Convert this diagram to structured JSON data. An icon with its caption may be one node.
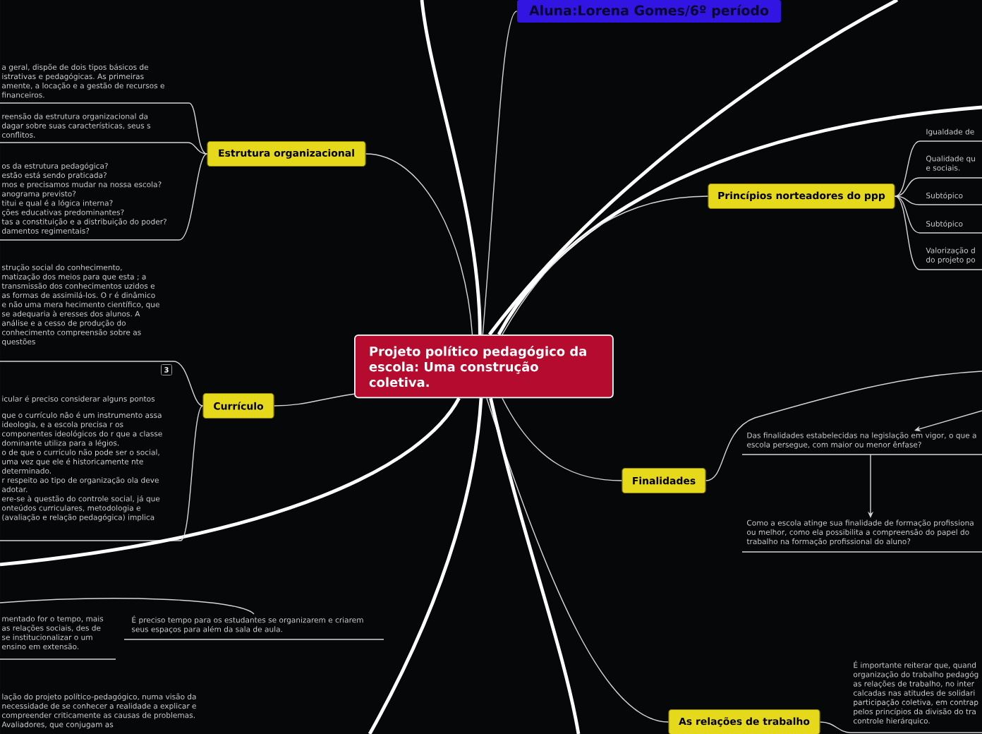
{
  "diagram": {
    "nodes": [
      {
        "text": [
          "Projeto político pedagógico da escola: Uma construção coletiva."
        ]
      },
      {
        "text": [
          "Aluna:Lorena Gomes/6º período"
        ]
      },
      {
        "text": [
          "Estrutura organizacional"
        ]
      },
      {
        "text": [
          "Currículo"
        ]
      },
      {
        "text": [
          "Princípios norteadores do ppp"
        ]
      },
      {
        "text": [
          "Finalidades"
        ]
      },
      {
        "text": [
          "As relações de trabalho"
        ]
      },
      {
        "text": [
          "a geral, dispõe de dois tipos básicos de istrativas e pedagógicas. As primeiras amente, a locação e a gestão de recursos e financeiros."
        ]
      },
      {
        "text": [
          "reensão da estrutura organizacional da dagar sobre suas características, seus s conflitos."
        ]
      },
      {
        "text": [
          "os da estrutura pedagógica?",
          "estão está sendo praticada?",
          "mos e precisamos mudar na nossa escola?",
          "anograma previsto?",
          "titui e qual é a lógica interna?",
          "ções educativas predominantes?",
          "tas a constituição e a distribuição do poder?",
          "damentos regimentais?"
        ]
      },
      {
        "text": [
          "strução social do conhecimento, matização dos meios para que esta ; a transmissão dos conhecimentos uzidos e as formas de assimilá-los. O r é dinâmico e não uma mera hecimento científico, que se adequaria à eresses dos alunos. A análise e a cesso de produção do conhecimento compreensão sobre as questões"
        ],
        "beside": [
          "3"
        ]
      },
      {
        "text": [
          "icular é preciso considerar alguns pontos",
          "que o currículo não é um instrumento assa ideologia, e a escola precisa r os componentes ideológicos do r que a classe dominante utiliza para a légios.",
          "o de que o currículo não pode ser o social, uma vez que ele é historicamente nte determinado.",
          "r respeito ao tipo de organização ola deve adotar.",
          "ere-se à questão do controle social, já que onteúdos curriculares, metodologia e (avaliação e relação pedagógica) implica"
        ]
      },
      {
        "text": [
          "Igualdade de"
        ]
      },
      {
        "text": [
          "Qualidade qu e sociais."
        ]
      },
      {
        "text": [
          "Subtópico"
        ]
      },
      {
        "text": [
          "Subtópico"
        ]
      },
      {
        "text": [
          "Valorização d do projeto po"
        ]
      },
      {
        "text": [
          "Das finalidades estabelecidas na legislação em vigor, o que a escola persegue, com maior ou menor ênfase?"
        ]
      },
      {
        "text": [
          "Como a escola atinge sua finalidade de formação profissiona ou melhor, como ela possibilita a compreensão do papel do trabalho na formação profissional do aluno?"
        ]
      },
      {
        "text": [
          "É preciso tempo para os estudantes se organizarem e criarem seus espaços para além da sala de aula."
        ]
      },
      {
        "text": [
          "É importante reiterar que, quand organização do trabalho pedagóg as relações de trabalho, no inter calcadas nas atitudes de solidari participação coletiva, em contrap pelos princípios da divisão do tra controle hierárquico."
        ]
      }
    ],
    "edges": [
      {
        "from": 0,
        "to": 1,
        "arrow": "none"
      },
      {
        "from": 0,
        "to": null,
        "arrow": "none",
        "style": "thick"
      },
      {
        "from": 0,
        "to": null,
        "arrow": "none",
        "style": "thick"
      },
      {
        "from": 0,
        "to": null,
        "arrow": "none",
        "style": "thick"
      },
      {
        "from": 0,
        "to": 2,
        "arrow": "none"
      },
      {
        "from": 0,
        "to": 3,
        "arrow": "none"
      },
      {
        "from": 0,
        "to": 4,
        "arrow": "none"
      },
      {
        "from": 0,
        "to": 5,
        "arrow": "none"
      },
      {
        "from": 0,
        "to": 6,
        "arrow": "none"
      },
      {
        "from": 0,
        "to": null,
        "arrow": "none",
        "style": "thick"
      },
      {
        "from": 0,
        "to": null,
        "arrow": "none",
        "style": "thick"
      },
      {
        "from": 0,
        "to": null,
        "arrow": "none",
        "style": "thick"
      },
      {
        "from": 2,
        "to": 7,
        "arrow": "none"
      },
      {
        "from": 2,
        "to": 8,
        "arrow": "none"
      },
      {
        "from": 2,
        "to": 9,
        "arrow": "none"
      },
      {
        "from": 3,
        "to": 10,
        "arrow": "none"
      },
      {
        "from": 3,
        "to": 11,
        "arrow": "none"
      },
      {
        "from": 4,
        "to": 12,
        "arrow": "none"
      },
      {
        "from": 4,
        "to": 13,
        "arrow": "none"
      },
      {
        "from": 4,
        "to": 14,
        "arrow": "none"
      },
      {
        "from": 4,
        "to": 15,
        "arrow": "none"
      },
      {
        "from": 4,
        "to": 16,
        "arrow": "none"
      },
      {
        "from": 5,
        "to": null,
        "arrow": "none"
      },
      {
        "from": null,
        "to": 17,
        "arrow": "to"
      },
      {
        "from": 17,
        "to": 18,
        "arrow": "to"
      },
      {
        "from": 6,
        "to": 20,
        "arrow": "none"
      },
      {
        "from": null,
        "to": 19,
        "arrow": "none"
      }
    ],
    "labels": [
      "mentado for o tempo, mais as relações sociais, des de se institucionalizar o um ensino em extensão.",
      "lação do projeto político-pedagógico, numa visão da necessidade de se conhecer a realidade a explicar e compreender criticamente as causas de problemas. Avaliadores, que conjugam as"
    ]
  }
}
